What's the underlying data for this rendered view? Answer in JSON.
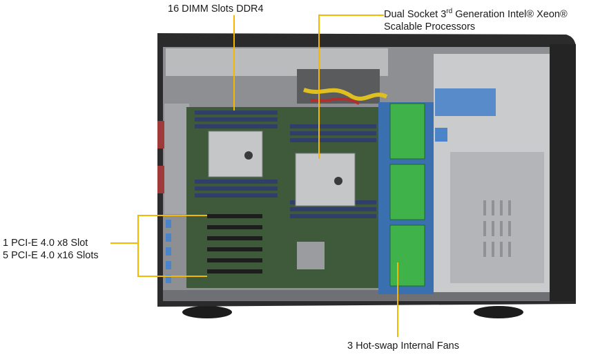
{
  "labels": {
    "dimm": "16 DIMM Slots DDR4",
    "cpu_line1_pre": "Dual Socket 3",
    "cpu_line1_sup": "rd",
    "cpu_line1_post": " Generation Intel® Xeon®",
    "cpu_line2": "Scalable Processors",
    "pcie_line1": "1 PCI-E 4.0 x8 Slot",
    "pcie_line2": "5 PCI-E 4.0 x16 Slots",
    "fans": "3 Hot-swap Internal  Fans"
  },
  "colors": {
    "callout": "#f5b800",
    "chassis_dark": "#2a2a2a",
    "board_green": "#3f5a3a",
    "fan_green": "#3fb34a",
    "bracket_blue": "#4a84c9"
  }
}
